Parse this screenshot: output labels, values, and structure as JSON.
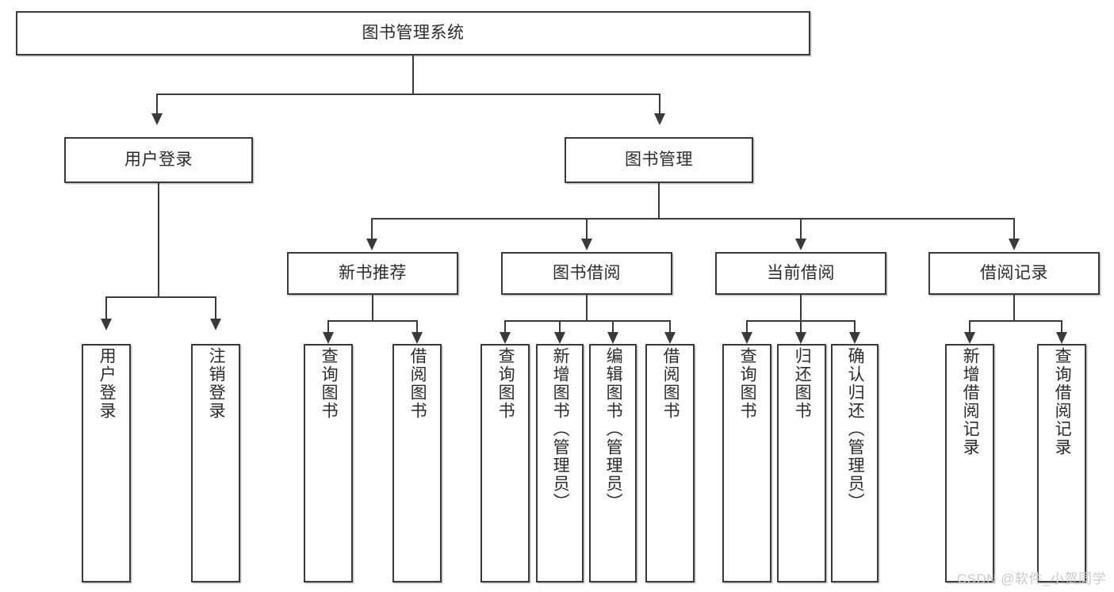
{
  "diagram": {
    "type": "tree",
    "title": "图书管理系统",
    "orientation": "top-down",
    "colors": {
      "box_border": "#3a3a3a",
      "box_fill": "#ffffff",
      "connector": "#3a3a3a",
      "text": "#2b2b2b",
      "watermark": "#c9c9c9",
      "background": "#ffffff"
    },
    "root": {
      "label": "图书管理系统"
    },
    "level2": [
      {
        "label": "用户登录"
      },
      {
        "label": "图书管理"
      }
    ],
    "level3": [
      {
        "label": "新书推荐"
      },
      {
        "label": "图书借阅"
      },
      {
        "label": "当前借阅"
      },
      {
        "label": "借阅记录"
      }
    ],
    "leaves": {
      "user_login": [
        {
          "label": "用户登录"
        },
        {
          "label": "注销登录"
        }
      ],
      "new_book_recommend": [
        {
          "label": "查询图书"
        },
        {
          "label": "借阅图书"
        }
      ],
      "book_borrow": [
        {
          "label": "查询图书"
        },
        {
          "label": "新增图书（管理员）"
        },
        {
          "label": "编辑图书（管理员）"
        },
        {
          "label": "借阅图书"
        }
      ],
      "current_borrow": [
        {
          "label": "查询图书"
        },
        {
          "label": "归还图书"
        },
        {
          "label": "确认归还（管理员）"
        }
      ],
      "borrow_record": [
        {
          "label": "新增借阅记录"
        },
        {
          "label": "查询借阅记录"
        }
      ]
    }
  },
  "watermark": {
    "text": "CSDN @软件_小贺同学"
  }
}
